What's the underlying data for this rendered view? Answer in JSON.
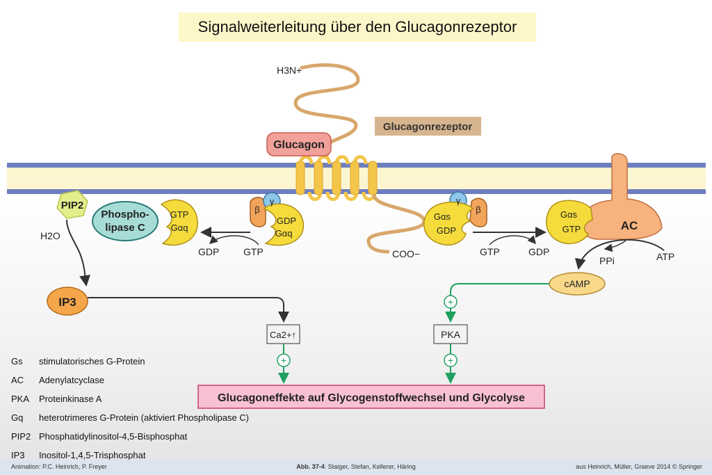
{
  "title": "Signalweiterleitung über den Glucagonrezeptor",
  "labels": {
    "h3n": "H3N+",
    "glucagonrezeptor": "Glucagonrezeptor",
    "glucagon": "Glucagon",
    "pip2": "PIP2",
    "phospholipase": [
      "Phospho-",
      "lipase C"
    ],
    "gtp_plc": "GTP",
    "gaq_plc": "Gαq",
    "gamma": "γ",
    "beta": "β",
    "gdp_q": "GDP",
    "gaq_q": "Gαq",
    "h2o": "H2O",
    "gdp_left": "GDP",
    "gtp_left": "GTP",
    "coo": "COO−",
    "gas_s": "Gαs",
    "gdp_s": "GDP",
    "gtp_mid": "GTP",
    "gdp_mid": "GDP",
    "gas_ac": "Gαs",
    "gtp_ac": "GTP",
    "ac": "AC",
    "ppi": "PPi",
    "atp": "ATP",
    "camp": "cAMP",
    "ip3": "IP3",
    "ca": "Ca2+↑",
    "pka": "PKA",
    "plus": "+",
    "effects": "Glucagoneffekte auf Glycogenstoffwechsel und Glycolyse"
  },
  "legend": [
    {
      "abbr": "Gs",
      "text": "stimulatorisches G-Protein"
    },
    {
      "abbr": "AC",
      "text": "Adenylatcyclase"
    },
    {
      "abbr": "PKA",
      "text": "Proteinkinase A"
    },
    {
      "abbr": "Gq",
      "text": "heterotrimeres G-Protein (aktiviert Phospholipase C)"
    },
    {
      "abbr": "PIP2",
      "text": "Phosphatidylinositol-4,5-Bisphosphat"
    },
    {
      "abbr": "IP3",
      "text": "Inositol-1,4,5-Trisphosphat"
    }
  ],
  "footer": {
    "left": "Animation: P.C. Heinrich, P. Freyer",
    "middle_bold": "Abb. 37-4",
    "middle": ": Staiger, Stefan, Kellerer, Häring",
    "right": "aus Heinrich, Müller, Graeve 2014 © Springer"
  },
  "colors": {
    "membrane_line": "#6e7fbf",
    "membrane_fill": "#fbf5d0",
    "receptor_tan": "#d8a76b",
    "helix": "#f3c64a",
    "glucagon_box": "#f2a09a",
    "receptor_label": "#d6b48e",
    "yellow_protein": "#f5dc3c",
    "gamma_blue": "#8ec7ea",
    "beta_orange": "#f2a55a",
    "plc_teal": "#a7dcd6",
    "pip2_green": "#e3ef8c",
    "ip3_orange": "#f5a64a",
    "camp_peach": "#f9d88a",
    "ac_salmon": "#f7b27d",
    "plus_green": "#20a060",
    "effects_pink": "#f8c1d3"
  }
}
